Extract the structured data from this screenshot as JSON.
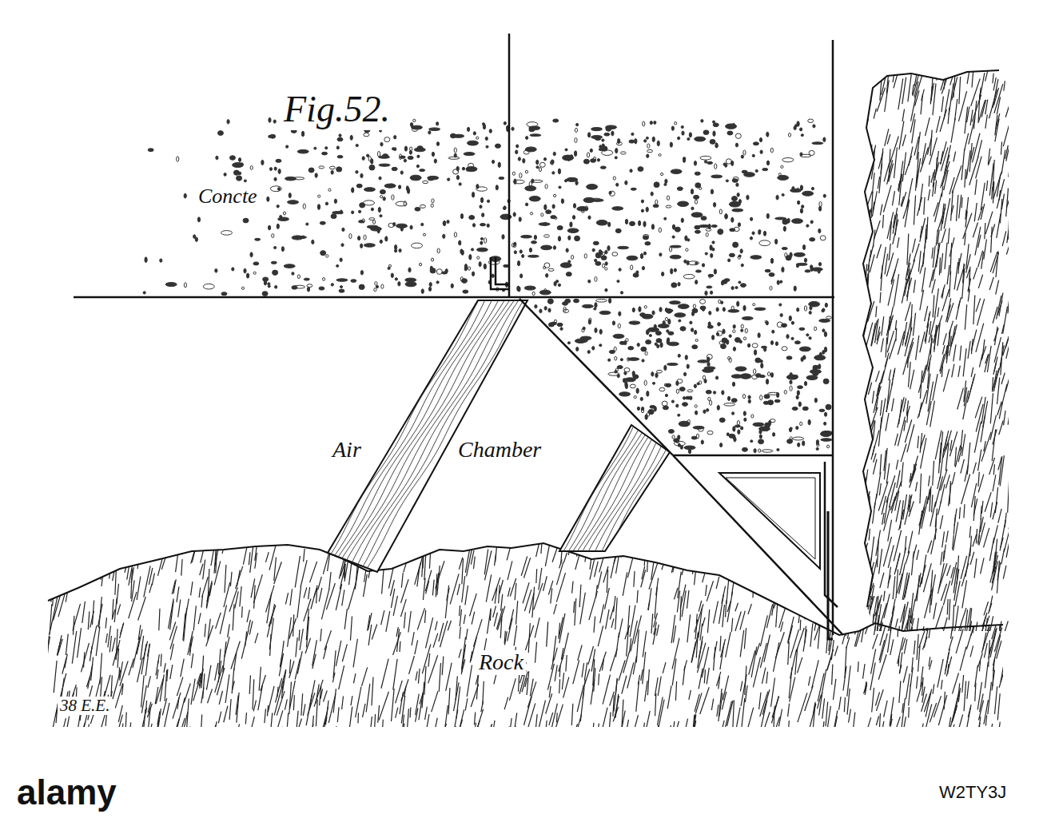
{
  "diagram": {
    "title": "Fig.52.",
    "labels": [
      "Concte",
      "Air",
      "Chamber",
      "Rock",
      "38 E.E.",
      "alamy",
      "W2TY3J"
    ]
  }
}
